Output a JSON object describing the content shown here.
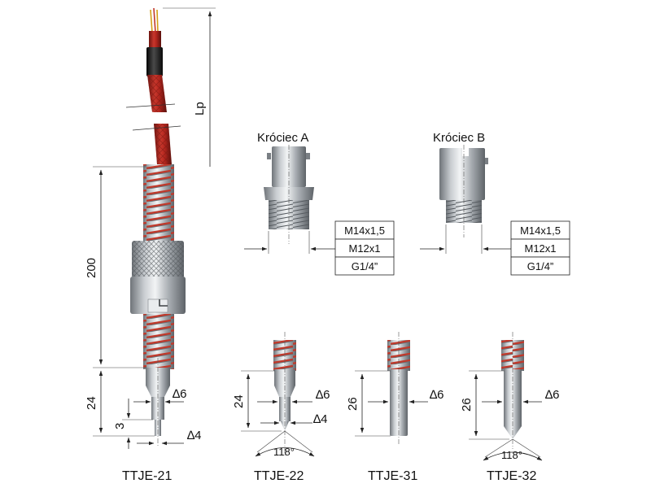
{
  "labels": {
    "lp": "Lp",
    "dim_200": "200",
    "dim_24": "24",
    "dim_3": "3",
    "dim_26": "26",
    "dia_6": "∆6",
    "dia_4": "∆4",
    "angle_118": "118°"
  },
  "fittings": {
    "a": {
      "title": "Króciec A"
    },
    "b": {
      "title": "Króciec B"
    }
  },
  "thread_table": [
    "M14x1,5",
    "M12x1",
    "G1/4”"
  ],
  "models": {
    "ttje21": "TTJE-21",
    "ttje22": "TTJE-22",
    "ttje31": "TTJE-31",
    "ttje32": "TTJE-32"
  },
  "colors": {
    "braid": "#b3261e",
    "metal": "#a9aeb3",
    "heatshrink": "#1a1a1a",
    "line": "#222222"
  }
}
